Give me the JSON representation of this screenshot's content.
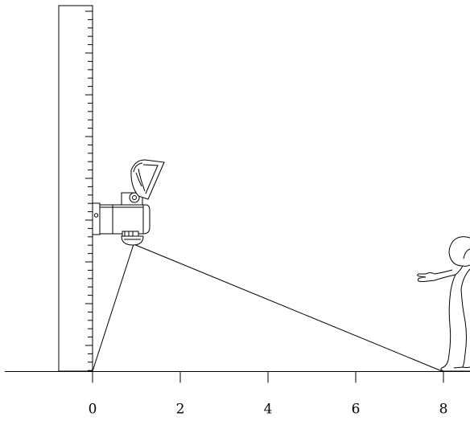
{
  "axis": {
    "labels": [
      {
        "value": 0,
        "text": "0"
      },
      {
        "value": 2,
        "text": "2"
      },
      {
        "value": 4,
        "text": "4"
      },
      {
        "value": 6,
        "text": "6"
      },
      {
        "value": 8,
        "text": "8"
      }
    ]
  },
  "colors": {
    "ink": "#000000",
    "background": "#ffffff"
  },
  "icons": [
    "wall-ruler-icon",
    "security-light-camera-icon",
    "person-silhouette-icon"
  ]
}
